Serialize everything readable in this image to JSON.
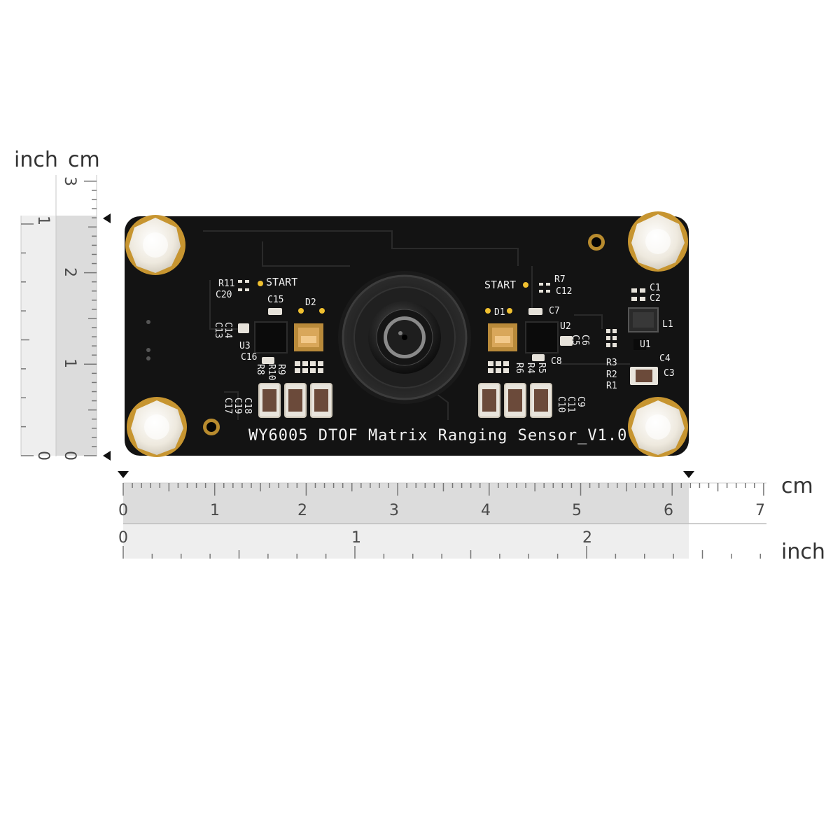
{
  "board": {
    "title": "WY6005 DTOF Matrix Ranging Sensor_V1.0",
    "colors": {
      "pcb": "#121212",
      "pad": "#d6a23a",
      "standoff": "#f1ede4",
      "silk": "#f0f0f0"
    }
  },
  "silkscreen": {
    "start_left": "START",
    "start_right": "START",
    "left": [
      "R11",
      "C20",
      "C15",
      "D2",
      "C14",
      "C13",
      "U3",
      "C16",
      "R8",
      "R9",
      "R10",
      "C18",
      "C19",
      "C17"
    ],
    "right": [
      "R7",
      "C12",
      "D1",
      "C7",
      "U2",
      "C6",
      "C5",
      "C8",
      "R4",
      "R5",
      "R6",
      "C11",
      "C9",
      "C10",
      "C1",
      "C2",
      "L1",
      "U1",
      "R3",
      "R2",
      "R1",
      "C4",
      "C3"
    ]
  },
  "rulers": {
    "left_units": {
      "inch": "inch",
      "cm": "cm"
    },
    "left_inch_labels": [
      "1",
      "0"
    ],
    "left_cm_labels": [
      "3",
      "2",
      "1",
      "0"
    ],
    "bottom_cm_unit": "cm",
    "bottom_inch_unit": "inch",
    "bottom_cm_labels": [
      "0",
      "1",
      "2",
      "3",
      "4",
      "5",
      "6",
      "7"
    ],
    "bottom_inch_labels": [
      "0",
      "1",
      "2"
    ]
  }
}
